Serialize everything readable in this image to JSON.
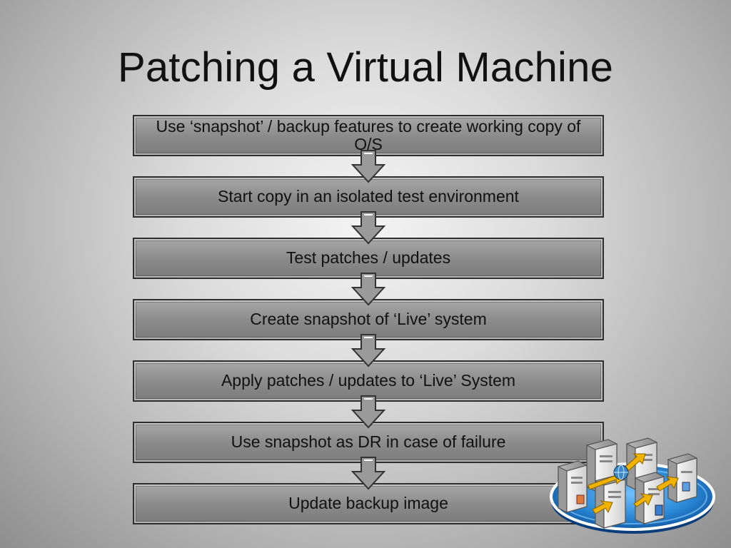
{
  "slide": {
    "title": "Patching a Virtual Machine"
  },
  "steps": [
    {
      "label": "Use ‘snapshot’ / backup features to create working copy of O/S"
    },
    {
      "label": "Start copy in an isolated test environment"
    },
    {
      "label": "Test patches / updates"
    },
    {
      "label": "Create snapshot of ‘Live’ system"
    },
    {
      "label": "Apply patches / updates to ‘Live’ System"
    },
    {
      "label": "Use snapshot as DR in case of failure"
    },
    {
      "label": "Update backup image"
    }
  ],
  "icons": {
    "arrow": "down-arrow-icon",
    "clipart": "server-cluster-icon"
  },
  "colors": {
    "box_fill": "#8c8c8c",
    "box_border": "#2e2e2e",
    "arrow_fill": "#9a9a9a",
    "platform_blue": "#1f7fd0",
    "sync_arrow_yellow": "#f2b200"
  }
}
